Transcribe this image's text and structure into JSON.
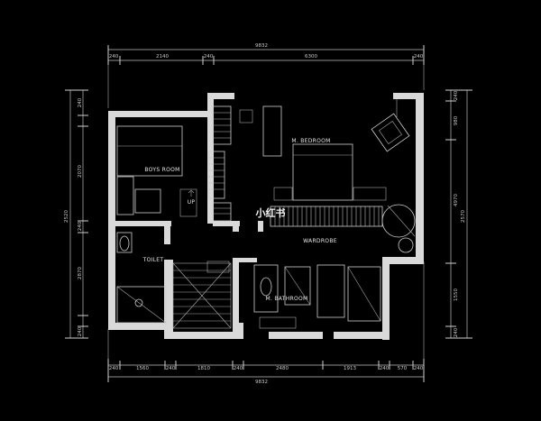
{
  "rooms": {
    "boys_room": "BOYS ROOM",
    "m_bedroom": "M. BEDROOM",
    "toilet": "TOILET",
    "wardrobe": "WARDROBE",
    "m_bathroom": "M. BATHROOM"
  },
  "stair_label": "UP",
  "watermark": "小红书",
  "dimensions": {
    "top_total": "9832",
    "top_segments": [
      "240",
      "2140",
      "240",
      "6300",
      "240"
    ],
    "bottom_total": "9832",
    "bottom_segments": [
      "240",
      "1560",
      "240",
      "1810",
      "240",
      "2480",
      "1913",
      "240",
      "570",
      "240"
    ],
    "left_segments": [
      "240",
      "2070",
      "240",
      "2870",
      "240"
    ],
    "left_total": "2520",
    "right_segments": [
      "240",
      "980",
      "4970",
      "1550",
      "240"
    ],
    "right_total": "2570"
  },
  "colors": {
    "background": "#000000",
    "walls": "#d9d9d9",
    "lines": "#cfcfcf"
  }
}
